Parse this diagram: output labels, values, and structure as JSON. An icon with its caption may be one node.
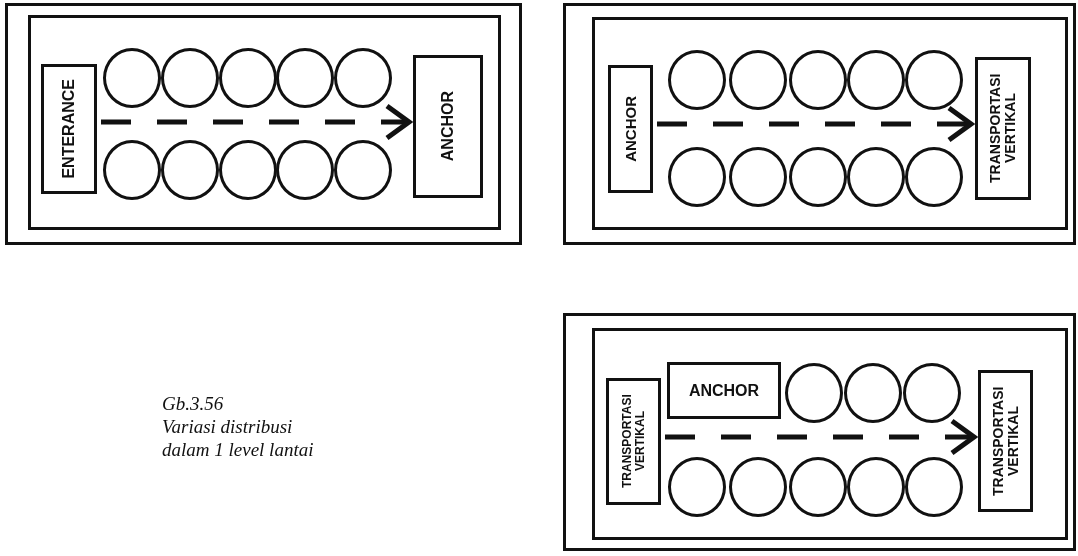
{
  "diagram": {
    "nodes": [
      {
        "text": [],
        "shape": "box"
      },
      {
        "text": [],
        "shape": "box",
        "in": 0
      },
      {
        "text": [
          "ENTERANCE"
        ],
        "in": 1
      },
      {
        "text": [],
        "shape": "circle",
        "in": 1
      },
      {
        "text": [],
        "shape": "circle",
        "in": 1
      },
      {
        "text": [],
        "shape": "circle",
        "in": 1
      },
      {
        "text": [],
        "shape": "circle",
        "in": 1
      },
      {
        "text": [],
        "shape": "circle",
        "in": 1
      },
      {
        "text": [],
        "shape": "circle",
        "in": 1
      },
      {
        "text": [],
        "shape": "circle",
        "in": 1
      },
      {
        "text": [],
        "shape": "circle",
        "in": 1
      },
      {
        "text": [],
        "shape": "circle",
        "in": 1
      },
      {
        "text": [],
        "shape": "circle",
        "in": 1
      },
      {
        "text": [
          "ANCHOR"
        ],
        "in": 1
      },
      {
        "text": [],
        "shape": "box"
      },
      {
        "text": [],
        "shape": "box",
        "in": 14
      },
      {
        "text": [
          "ANCHOR"
        ],
        "in": 15
      },
      {
        "text": [],
        "shape": "circle",
        "in": 15
      },
      {
        "text": [],
        "shape": "circle",
        "in": 15
      },
      {
        "text": [],
        "shape": "circle",
        "in": 15
      },
      {
        "text": [],
        "shape": "circle",
        "in": 15
      },
      {
        "text": [],
        "shape": "circle",
        "in": 15
      },
      {
        "text": [],
        "shape": "circle",
        "in": 15
      },
      {
        "text": [],
        "shape": "circle",
        "in": 15
      },
      {
        "text": [],
        "shape": "circle",
        "in": 15
      },
      {
        "text": [],
        "shape": "circle",
        "in": 15
      },
      {
        "text": [],
        "shape": "circle",
        "in": 15
      },
      {
        "text": [
          "TRANSPORTASI VERTIKAL"
        ],
        "in": 15
      },
      {
        "text": [],
        "shape": "box"
      },
      {
        "text": [],
        "shape": "box",
        "in": 28
      },
      {
        "text": [
          "TRANSPORTASI VERTIKAL"
        ],
        "in": 29
      },
      {
        "text": [
          "ANCHOR"
        ],
        "in": 29
      },
      {
        "text": [],
        "shape": "circle",
        "in": 29
      },
      {
        "text": [],
        "shape": "circle",
        "in": 29
      },
      {
        "text": [],
        "shape": "circle",
        "in": 29
      },
      {
        "text": [],
        "shape": "circle",
        "in": 29
      },
      {
        "text": [],
        "shape": "circle",
        "in": 29
      },
      {
        "text": [],
        "shape": "circle",
        "in": 29
      },
      {
        "text": [],
        "shape": "circle",
        "in": 29
      },
      {
        "text": [],
        "shape": "circle",
        "in": 29
      },
      {
        "text": [
          "TRANSPORTASI VERTIKAL"
        ],
        "in": 29
      }
    ],
    "edges": [
      {
        "from": 2,
        "to": 13,
        "arrow": "to",
        "style": "dashed"
      },
      {
        "from": 16,
        "to": 27,
        "arrow": "to",
        "style": "dashed"
      },
      {
        "from": 30,
        "to": 40,
        "arrow": "to",
        "style": "dashed"
      }
    ],
    "labels": [
      "Gb.3.56",
      "Variasi distribusi dalam 1 level lantai"
    ]
  }
}
